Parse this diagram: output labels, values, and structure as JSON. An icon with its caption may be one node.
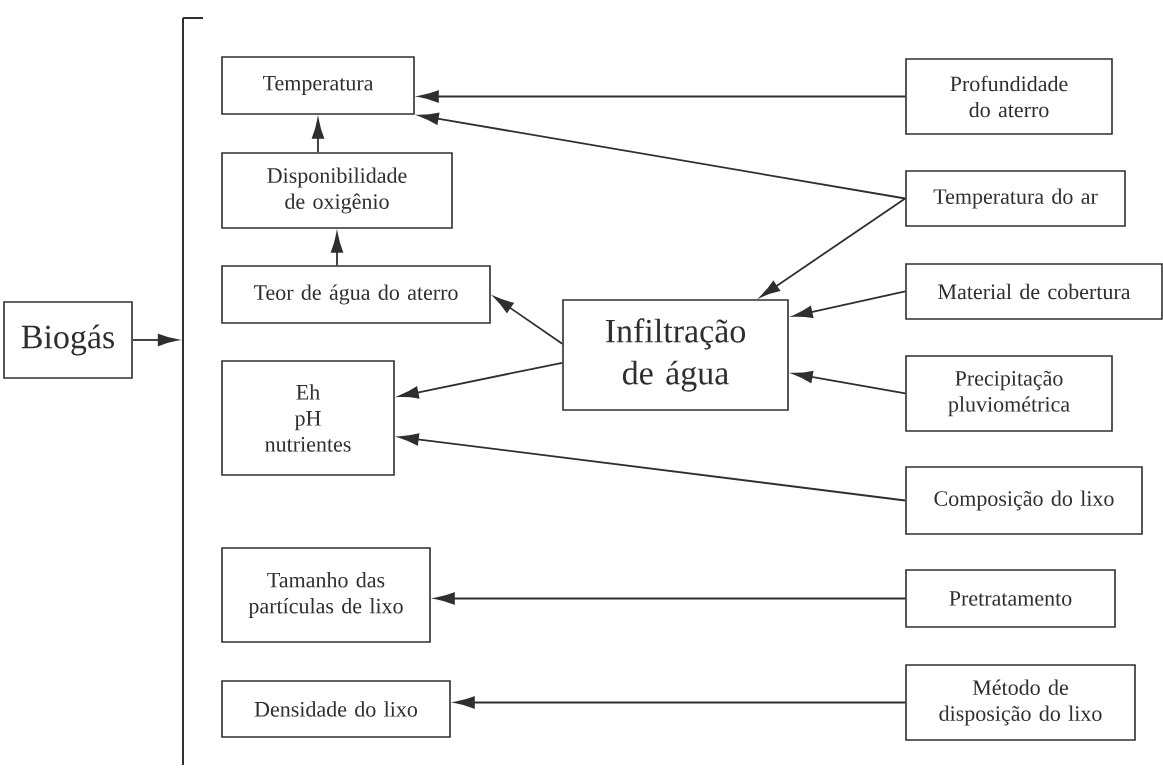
{
  "diagram": {
    "nodes": [
      {
        "text": [
          "Biogás"
        ]
      },
      {
        "text": [],
        "shape": "bar"
      },
      {
        "text": [
          "Temperatura"
        ]
      },
      {
        "text": [
          "Disponibilidade de oxigênio"
        ]
      },
      {
        "text": [
          "Teor de água do aterro"
        ]
      },
      {
        "text": [
          "Eh",
          "pH",
          "nutrientes"
        ]
      },
      {
        "text": [
          "Infiltração de água"
        ]
      },
      {
        "text": [
          "Profundidade do aterro"
        ]
      },
      {
        "text": [
          "Temperatura do ar"
        ]
      },
      {
        "text": [
          "Material de cobertura"
        ]
      },
      {
        "text": [
          "Precipitação pluviométrica"
        ]
      },
      {
        "text": [
          "Composição do lixo"
        ]
      },
      {
        "text": [
          "Tamanho das partículas de lixo"
        ]
      },
      {
        "text": [
          "Pretratamento"
        ]
      },
      {
        "text": [
          "Densidade do lixo"
        ]
      },
      {
        "text": [
          "Método de disposição do lixo"
        ]
      }
    ],
    "edges": [
      {
        "from": 0,
        "to": 1,
        "arrow": "to"
      },
      {
        "from": 7,
        "to": 2,
        "arrow": "to"
      },
      {
        "from": 8,
        "to": 2,
        "arrow": "to"
      },
      {
        "from": 3,
        "to": 2,
        "arrow": "to"
      },
      {
        "from": 4,
        "to": 3,
        "arrow": "to"
      },
      {
        "from": 8,
        "to": 6,
        "arrow": "to"
      },
      {
        "from": 6,
        "to": 4,
        "arrow": "to"
      },
      {
        "from": 6,
        "to": 5,
        "arrow": "to"
      },
      {
        "from": 9,
        "to": 6,
        "arrow": "to"
      },
      {
        "from": 10,
        "to": 6,
        "arrow": "to"
      },
      {
        "from": 11,
        "to": 5,
        "arrow": "to"
      },
      {
        "from": 13,
        "to": 12,
        "arrow": "to"
      },
      {
        "from": 15,
        "to": 14,
        "arrow": "to"
      }
    ]
  }
}
